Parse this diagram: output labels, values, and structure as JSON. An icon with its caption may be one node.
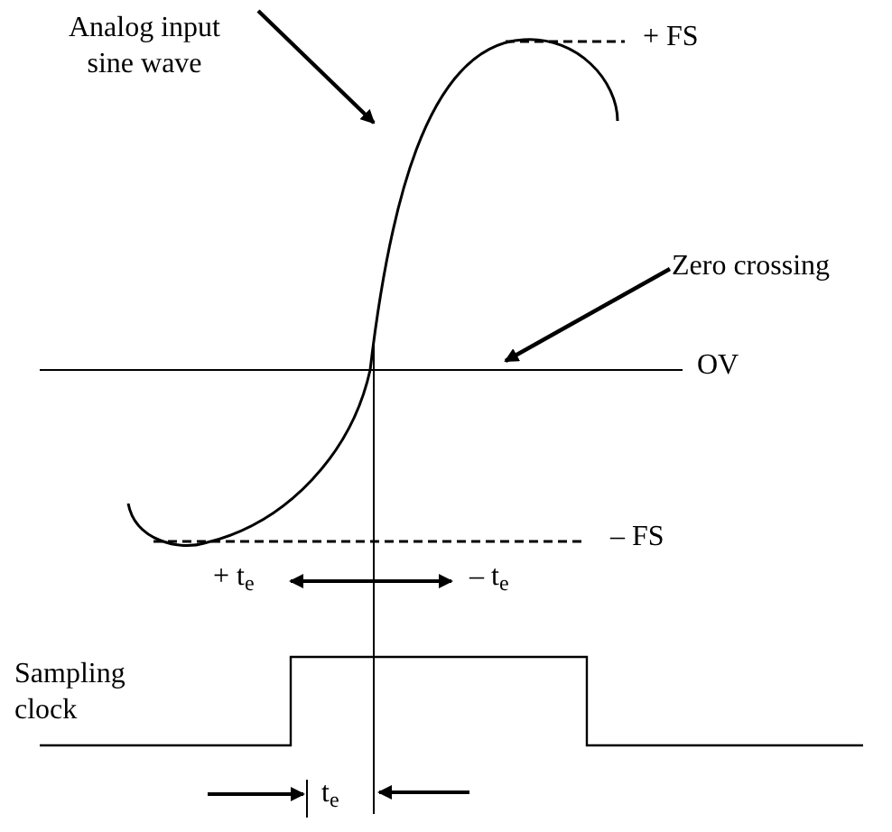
{
  "diagram": {
    "nodes": [
      {
        "text": [
          "Analog input sine wave"
        ]
      },
      {
        "text": [],
        "shape": "curve"
      },
      {
        "text": [
          "Zero crossing"
        ]
      }
    ],
    "edges": [
      {
        "from": 0,
        "to": 1,
        "arrow": "to"
      },
      {
        "from": 2,
        "to": 1,
        "arrow": "to"
      }
    ],
    "labels": [
      "+ FS",
      "OV",
      "– FS",
      "+ t$_{e}$",
      "– t$_{e}$",
      "Sampling clock",
      "t$_{e}$"
    ]
  }
}
